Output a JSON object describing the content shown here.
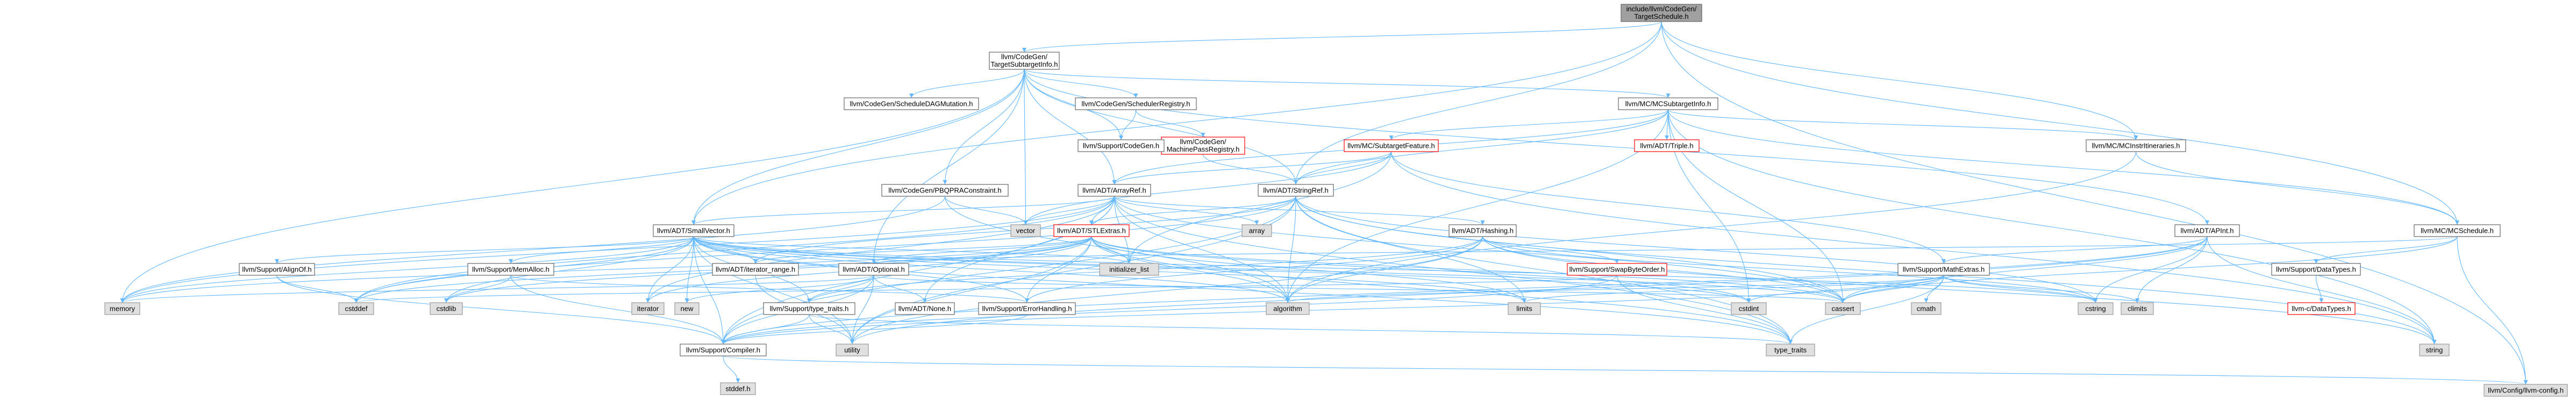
{
  "colors": {
    "root_fill": "#a0a0a0",
    "node_fill": "#ffffff",
    "node_border": "#666666",
    "missing_fill": "#e0e0e0",
    "missing_border": "#999999",
    "red_border": "#ff0000",
    "edge": "#63b8ff"
  },
  "nodes": {
    "root": {
      "label": "include/llvm/CodeGen/TargetSchedule.h",
      "kind": "root"
    },
    "tsi": {
      "label": "llvm/CodeGen/TargetSubtargetInfo.h",
      "kind": "normal"
    },
    "sched_dag": {
      "label": "llvm/CodeGen/ScheduleDAGMutation.h",
      "kind": "normal"
    },
    "sched_reg": {
      "label": "llvm/CodeGen/SchedulerRegistry.h",
      "kind": "normal"
    },
    "mc_sti": {
      "label": "llvm/MC/MCSubtargetInfo.h",
      "kind": "normal"
    },
    "mcinstr_it": {
      "label": "llvm/MC/MCInstrItineraries.h",
      "kind": "normal"
    },
    "mpr": {
      "label": "llvm/CodeGen/MachinePassRegistry.h",
      "kind": "red"
    },
    "mc_subfeat": {
      "label": "llvm/MC/SubtargetFeature.h",
      "kind": "red"
    },
    "triple": {
      "label": "llvm/ADT/Triple.h",
      "kind": "red"
    },
    "codegen": {
      "label": "llvm/Support/CodeGen.h",
      "kind": "normal"
    },
    "pbqp": {
      "label": "llvm/CodeGen/PBQPRAConstraint.h",
      "kind": "normal"
    },
    "arrayref": {
      "label": "llvm/ADT/ArrayRef.h",
      "kind": "normal"
    },
    "stringref": {
      "label": "llvm/ADT/StringRef.h",
      "kind": "normal"
    },
    "apint": {
      "label": "llvm/ADT/APInt.h",
      "kind": "normal"
    },
    "mcsched": {
      "label": "llvm/MC/MCSchedule.h",
      "kind": "normal"
    },
    "smallvec": {
      "label": "llvm/ADT/SmallVector.h",
      "kind": "normal"
    },
    "stlextras": {
      "label": "llvm/ADT/STLExtras.h",
      "kind": "red"
    },
    "hashing": {
      "label": "llvm/ADT/Hashing.h",
      "kind": "normal"
    },
    "swapbyte": {
      "label": "llvm/Support/SwapByteOrder.h",
      "kind": "red"
    },
    "mathextras": {
      "label": "llvm/Support/MathExtras.h",
      "kind": "normal"
    },
    "datatypes": {
      "label": "llvm/Support/DataTypes.h",
      "kind": "normal"
    },
    "c_datatypes": {
      "label": "llvm-c/DataTypes.h",
      "kind": "red"
    },
    "alignof": {
      "label": "llvm/Support/AlignOf.h",
      "kind": "normal"
    },
    "memalloc": {
      "label": "llvm/Support/MemAlloc.h",
      "kind": "normal"
    },
    "iter_range": {
      "label": "llvm/ADT/iterator_range.h",
      "kind": "normal"
    },
    "optional": {
      "label": "llvm/ADT/Optional.h",
      "kind": "normal"
    },
    "type_traits_h": {
      "label": "llvm/Support/type_traits.h",
      "kind": "normal"
    },
    "none": {
      "label": "llvm/ADT/None.h",
      "kind": "normal"
    },
    "errorhandling": {
      "label": "llvm/Support/ErrorHandling.h",
      "kind": "normal"
    },
    "compiler": {
      "label": "llvm/Support/Compiler.h",
      "kind": "normal"
    },
    "config": {
      "label": "llvm/Config/llvm-config.h",
      "kind": "missing"
    },
    "stddef_h": {
      "label": "stddef.h",
      "kind": "missing"
    },
    "vector": {
      "label": "vector",
      "kind": "missing"
    },
    "array": {
      "label": "array",
      "kind": "missing"
    },
    "memory": {
      "label": "memory",
      "kind": "missing"
    },
    "cstddef": {
      "label": "cstddef",
      "kind": "missing"
    },
    "cstdlib": {
      "label": "cstdlib",
      "kind": "missing"
    },
    "iterator": {
      "label": "iterator",
      "kind": "missing"
    },
    "new": {
      "label": "new",
      "kind": "missing"
    },
    "init_list": {
      "label": "initializer_list",
      "kind": "missing"
    },
    "algorithm": {
      "label": "algorithm",
      "kind": "missing"
    },
    "utility": {
      "label": "utility",
      "kind": "missing"
    },
    "limits": {
      "label": "limits",
      "kind": "missing"
    },
    "cstdint": {
      "label": "cstdint",
      "kind": "missing"
    },
    "cassert": {
      "label": "cassert",
      "kind": "missing"
    },
    "cmath": {
      "label": "cmath",
      "kind": "missing"
    },
    "cstring": {
      "label": "cstring",
      "kind": "missing"
    },
    "climits": {
      "label": "climits",
      "kind": "missing"
    },
    "string": {
      "label": "string",
      "kind": "missing"
    },
    "type_traits": {
      "label": "type_traits",
      "kind": "missing"
    }
  },
  "edges": [
    [
      "root",
      "tsi"
    ],
    [
      "root",
      "mcinstr_it"
    ],
    [
      "root",
      "mcsched"
    ],
    [
      "root",
      "config"
    ],
    [
      "root",
      "smallvec"
    ],
    [
      "root",
      "stringref"
    ],
    [
      "tsi",
      "sched_dag"
    ],
    [
      "tsi",
      "sched_reg"
    ],
    [
      "tsi",
      "mc_sti"
    ],
    [
      "tsi",
      "codegen"
    ],
    [
      "tsi",
      "pbqp"
    ],
    [
      "tsi",
      "arrayref"
    ],
    [
      "tsi",
      "stringref"
    ],
    [
      "tsi",
      "smallvec"
    ],
    [
      "tsi",
      "optional"
    ],
    [
      "tsi",
      "vector"
    ],
    [
      "tsi",
      "memory"
    ],
    [
      "tsi",
      "apint"
    ],
    [
      "sched_reg",
      "codegen"
    ],
    [
      "sched_reg",
      "mpr"
    ],
    [
      "mpr",
      "stringref"
    ],
    [
      "mc_sti",
      "mc_subfeat"
    ],
    [
      "mc_sti",
      "triple"
    ],
    [
      "mc_sti",
      "mcinstr_it"
    ],
    [
      "mc_sti",
      "mcsched"
    ],
    [
      "mc_sti",
      "arrayref"
    ],
    [
      "mc_sti",
      "stringref"
    ],
    [
      "mc_sti",
      "cassert"
    ],
    [
      "mc_sti",
      "cstdint"
    ],
    [
      "mc_sti",
      "string"
    ],
    [
      "mc_sti",
      "algorithm"
    ],
    [
      "mc_subfeat",
      "arrayref"
    ],
    [
      "mc_subfeat",
      "stringref"
    ],
    [
      "mc_subfeat",
      "mathextras"
    ],
    [
      "mc_subfeat",
      "string"
    ],
    [
      "mc_subfeat",
      "vector"
    ],
    [
      "mc_subfeat",
      "init_list"
    ],
    [
      "mcinstr_it",
      "mcsched"
    ],
    [
      "mcinstr_it",
      "algorithm"
    ],
    [
      "mcsched",
      "datatypes"
    ],
    [
      "mcsched",
      "config"
    ],
    [
      "mcsched",
      "optional"
    ],
    [
      "mcsched",
      "cassert"
    ],
    [
      "pbqp",
      "memory"
    ],
    [
      "pbqp",
      "vector"
    ],
    [
      "pbqp",
      "algorithm"
    ],
    [
      "arrayref",
      "hashing"
    ],
    [
      "arrayref",
      "smallvec"
    ],
    [
      "arrayref",
      "stlextras"
    ],
    [
      "arrayref",
      "none"
    ],
    [
      "arrayref",
      "compiler"
    ],
    [
      "arrayref",
      "algorithm"
    ],
    [
      "arrayref",
      "array"
    ],
    [
      "arrayref",
      "cassert"
    ],
    [
      "arrayref",
      "cstddef"
    ],
    [
      "arrayref",
      "init_list"
    ],
    [
      "arrayref",
      "iterator"
    ],
    [
      "arrayref",
      "memory"
    ],
    [
      "arrayref",
      "type_traits"
    ],
    [
      "arrayref",
      "vector"
    ],
    [
      "stringref",
      "stlextras"
    ],
    [
      "stringref",
      "compiler"
    ],
    [
      "stringref",
      "algorithm"
    ],
    [
      "stringref",
      "cassert"
    ],
    [
      "stringref",
      "cstddef"
    ],
    [
      "stringref",
      "cstring"
    ],
    [
      "stringref",
      "limits"
    ],
    [
      "stringref",
      "string"
    ],
    [
      "stringref",
      "type_traits"
    ],
    [
      "stringref",
      "utility"
    ],
    [
      "stringref",
      "iter_range"
    ],
    [
      "apint",
      "compiler"
    ],
    [
      "apint",
      "mathextras"
    ],
    [
      "apint",
      "cassert"
    ],
    [
      "apint",
      "climits"
    ],
    [
      "apint",
      "cstring"
    ],
    [
      "apint",
      "string"
    ],
    [
      "apint",
      "utility"
    ],
    [
      "smallvec",
      "alignof"
    ],
    [
      "smallvec",
      "memalloc"
    ],
    [
      "smallvec",
      "compiler"
    ],
    [
      "smallvec",
      "errorhandling"
    ],
    [
      "smallvec",
      "type_traits_h"
    ],
    [
      "smallvec",
      "iter_range"
    ],
    [
      "smallvec",
      "algorithm"
    ],
    [
      "smallvec",
      "cassert"
    ],
    [
      "smallvec",
      "cstddef"
    ],
    [
      "smallvec",
      "cstdlib"
    ],
    [
      "smallvec",
      "cstring"
    ],
    [
      "smallvec",
      "init_list"
    ],
    [
      "smallvec",
      "iterator"
    ],
    [
      "smallvec",
      "limits"
    ],
    [
      "smallvec",
      "memory"
    ],
    [
      "smallvec",
      "new"
    ],
    [
      "smallvec",
      "type_traits"
    ],
    [
      "smallvec",
      "utility"
    ],
    [
      "smallvec",
      "cstdint"
    ],
    [
      "stlextras",
      "optional"
    ],
    [
      "stlextras",
      "iter_range"
    ],
    [
      "stlextras",
      "errorhandling"
    ],
    [
      "stlextras",
      "algorithm"
    ],
    [
      "stlextras",
      "cassert"
    ],
    [
      "stlextras",
      "cstddef"
    ],
    [
      "stlextras",
      "cstdint"
    ],
    [
      "stlextras",
      "cstdlib"
    ],
    [
      "stlextras",
      "init_list"
    ],
    [
      "stlextras",
      "iterator"
    ],
    [
      "stlextras",
      "limits"
    ],
    [
      "stlextras",
      "memory"
    ],
    [
      "stlextras",
      "utility"
    ],
    [
      "stlextras",
      "type_traits"
    ],
    [
      "hashing",
      "errorhandling"
    ],
    [
      "hashing",
      "swapbyte"
    ],
    [
      "hashing",
      "type_traits_h"
    ],
    [
      "hashing",
      "algorithm"
    ],
    [
      "hashing",
      "cassert"
    ],
    [
      "hashing",
      "cstring"
    ],
    [
      "hashing",
      "string"
    ],
    [
      "hashing",
      "tuple"
    ],
    [
      "hashing",
      "utility"
    ],
    [
      "swapbyte",
      "compiler"
    ],
    [
      "swapbyte",
      "type_traits"
    ],
    [
      "swapbyte",
      "cstddef"
    ],
    [
      "mathextras",
      "compiler"
    ],
    [
      "mathextras",
      "algorithm"
    ],
    [
      "mathextras",
      "cassert"
    ],
    [
      "mathextras",
      "climits"
    ],
    [
      "mathextras",
      "cmath"
    ],
    [
      "mathextras",
      "cstdint"
    ],
    [
      "mathextras",
      "cstring"
    ],
    [
      "mathextras",
      "limits"
    ],
    [
      "mathextras",
      "type_traits"
    ],
    [
      "datatypes",
      "c_datatypes"
    ],
    [
      "alignof",
      "compiler"
    ],
    [
      "alignof",
      "cstddef"
    ],
    [
      "memalloc",
      "compiler"
    ],
    [
      "memalloc",
      "errorhandling"
    ],
    [
      "memalloc",
      "cstdlib"
    ],
    [
      "optional",
      "none"
    ],
    [
      "optional",
      "compiler"
    ],
    [
      "optional",
      "type_traits_h"
    ],
    [
      "optional",
      "cassert"
    ],
    [
      "optional",
      "memory"
    ],
    [
      "optional",
      "new"
    ],
    [
      "optional",
      "utility"
    ],
    [
      "type_traits_h",
      "compiler"
    ],
    [
      "type_traits_h",
      "type_traits"
    ],
    [
      "type_traits_h",
      "utility"
    ],
    [
      "iter_range",
      "utility"
    ],
    [
      "errorhandling",
      "compiler"
    ],
    [
      "compiler",
      "config"
    ],
    [
      "compiler",
      "stddef_h"
    ]
  ]
}
